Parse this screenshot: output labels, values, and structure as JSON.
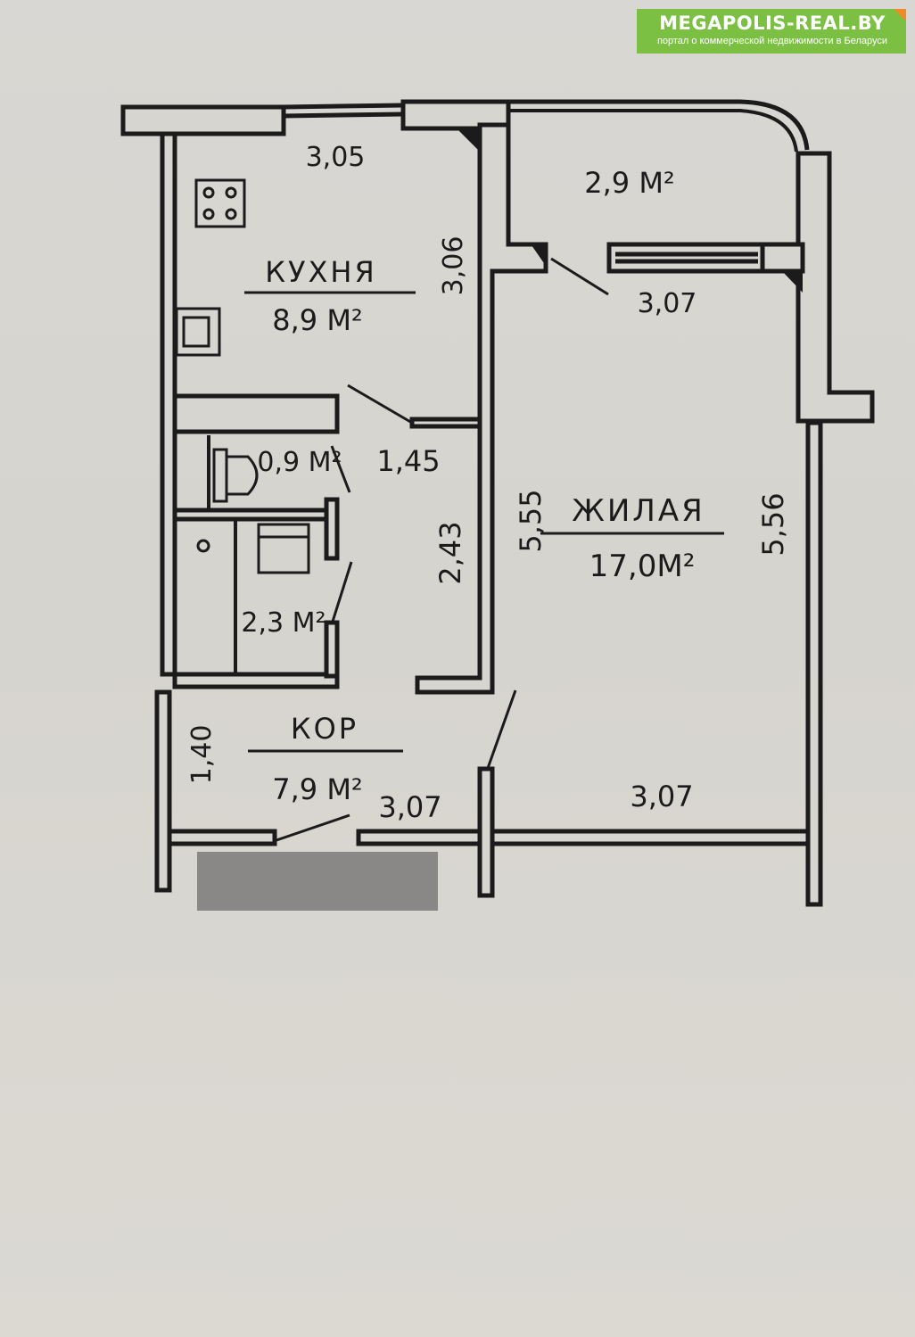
{
  "brand": {
    "title": "MEGAPOLIS-REAL.BY",
    "subtitle": "портал о коммерческой недвижимости в Беларуси",
    "accent": "#7bc043",
    "corner_color": "#f08a24"
  },
  "rooms": {
    "kitchen": {
      "name": "КУХНЯ",
      "area": "8,9 М²"
    },
    "balcony": {
      "area": "2,9 М²"
    },
    "toilet": {
      "area": "0,9 М²"
    },
    "bath": {
      "area": "2,3 М²"
    },
    "living": {
      "name": "ЖИЛАЯ",
      "area": "17,0М²"
    },
    "corridor": {
      "name": "КОР",
      "area": "7,9 М²"
    }
  },
  "dimensions": {
    "kitchen_top": "3,05",
    "kitchen_side": "3,06",
    "balcony_bottom": "3,07",
    "hall_width": "1,45",
    "bath_height": "2,43",
    "living_left": "5,55",
    "living_right": "5,56",
    "living_bottom": "3,07",
    "corridor_width": "3,07",
    "corridor_height": "1,40"
  },
  "icons": {
    "stove": "stove-icon",
    "sink": "sink-icon",
    "toilet": "toilet-icon",
    "bathtub": "bathtub-icon"
  },
  "colors": {
    "wall": "#1b1b1b",
    "wall_fill": "#d7d5cf",
    "redaction": "#8a8886"
  }
}
